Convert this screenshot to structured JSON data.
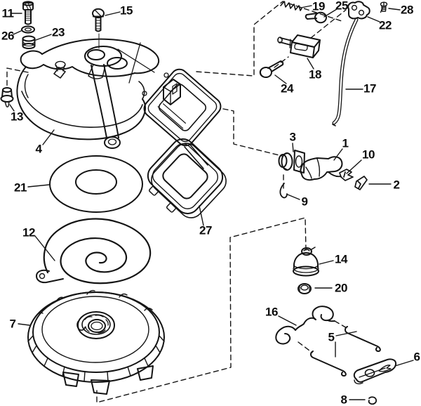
{
  "diagram": {
    "type": "exploded-parts-diagram",
    "background_color": "#ffffff",
    "line_color": "#141414",
    "parts": [
      {
        "number": "1"
      },
      {
        "number": "2"
      },
      {
        "number": "3"
      },
      {
        "number": "4"
      },
      {
        "number": "5"
      },
      {
        "number": "6"
      },
      {
        "number": "7"
      },
      {
        "number": "8"
      },
      {
        "number": "9"
      },
      {
        "number": "10"
      },
      {
        "number": "11"
      },
      {
        "number": "12"
      },
      {
        "number": "13"
      },
      {
        "number": "14"
      },
      {
        "number": "15"
      },
      {
        "number": "16"
      },
      {
        "number": "17"
      },
      {
        "number": "18"
      },
      {
        "number": "19"
      },
      {
        "number": "20"
      },
      {
        "number": "21"
      },
      {
        "number": "22"
      },
      {
        "number": "23"
      },
      {
        "number": "24"
      },
      {
        "number": "25"
      },
      {
        "number": "26"
      },
      {
        "number": "27"
      },
      {
        "number": "28"
      }
    ]
  }
}
